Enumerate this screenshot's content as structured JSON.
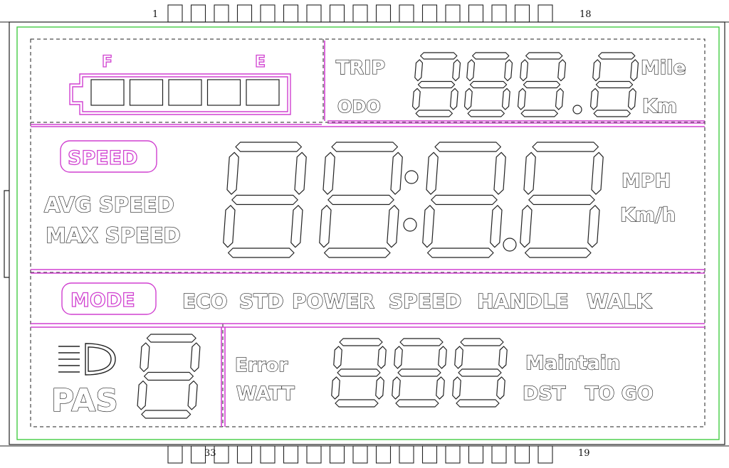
{
  "pins": {
    "top_first": "1",
    "top_last": "18",
    "bottom_first": "33",
    "bottom_last": "19",
    "count_per_row": 17
  },
  "battery": {
    "full_label": "F",
    "empty_label": "E",
    "cell_count": 5
  },
  "trip_panel": {
    "trip_label": "TRIP",
    "odo_label": "ODO",
    "unit_mile": "Mile",
    "unit_km": "Km",
    "digits": 4
  },
  "speed_panel": {
    "speed_badge": "SPEED",
    "avg_label": "AVG SPEED",
    "max_label": "MAX SPEED",
    "unit_mph": "MPH",
    "unit_kmh": "Km/h",
    "digits": 4
  },
  "mode_row": {
    "mode_badge": "MODE",
    "modes": [
      "ECO",
      "STD",
      "POWER",
      "SPEED",
      "HANDLE",
      "WALK"
    ]
  },
  "assist_panel": {
    "headlight_icon": "headlight-icon",
    "pas_label": "PAS",
    "digits": 1
  },
  "status_panel": {
    "error_label": "Error",
    "watt_label": "WATT",
    "maintain_label": "Maintain",
    "dst_label": "DST",
    "togo_label": "TO GO",
    "digits": 3
  },
  "colors": {
    "outline": "#222222",
    "accent_pink": "#d040d0",
    "frame_green": "#44cc44"
  }
}
